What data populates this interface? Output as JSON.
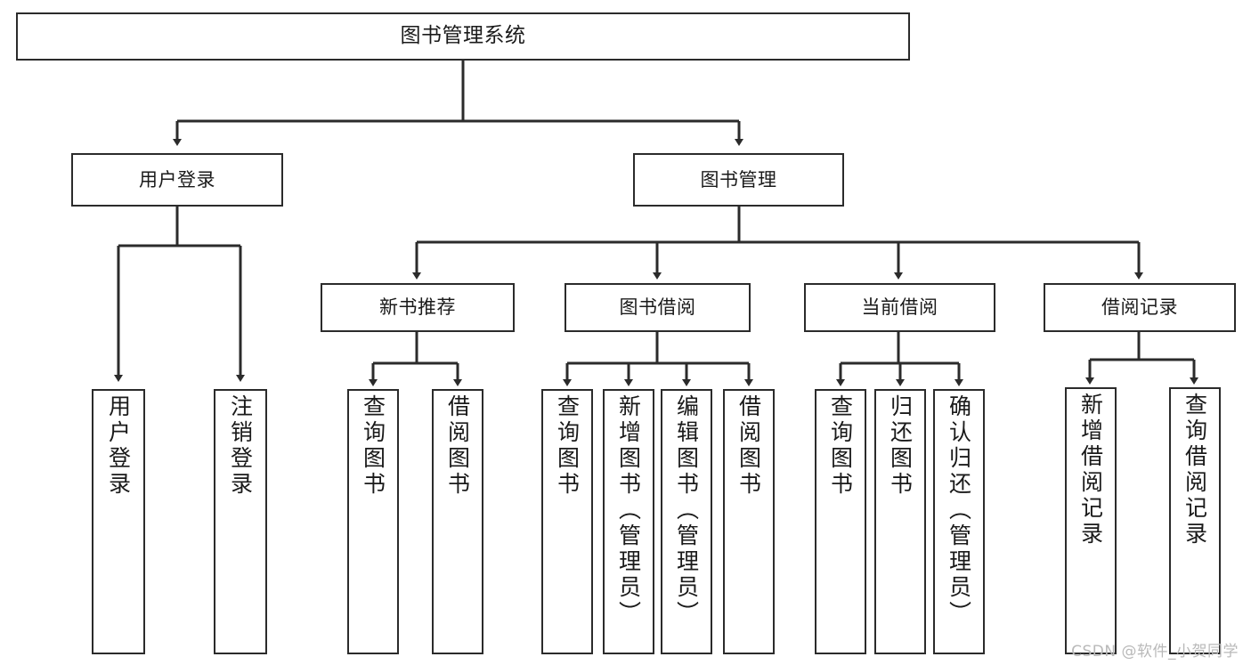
{
  "diagram": {
    "type": "tree-hierarchy",
    "title": "图书管理系统",
    "orientation": "top-down",
    "line_color": "#2b2b2b",
    "box_fill": "#ffffff",
    "text_color": "#1a1a1a",
    "levels": 4,
    "nodes": {
      "root": {
        "label": "图书管理系统",
        "level": 1
      },
      "user_login": {
        "label": "用户登录",
        "level": 2
      },
      "book_mgmt": {
        "label": "图书管理",
        "level": 2
      },
      "new_book_rec": {
        "label": "新书推荐",
        "level": 3
      },
      "book_borrow": {
        "label": "图书借阅",
        "level": 3
      },
      "current_borrow": {
        "label": "当前借阅",
        "level": 3
      },
      "borrow_record": {
        "label": "借阅记录",
        "level": 3
      },
      "leaf_user_login": {
        "label": "用户登录",
        "level": 4
      },
      "leaf_logout": {
        "label": "注销登录",
        "level": 4
      },
      "leaf_query_book_1": {
        "label": "查询图书",
        "level": 4
      },
      "leaf_borrow_book_1": {
        "label": "借阅图书",
        "level": 4
      },
      "leaf_query_book_2": {
        "label": "查询图书",
        "level": 4
      },
      "leaf_add_book": {
        "label": "新增图书（管理员）",
        "level": 4
      },
      "leaf_edit_book": {
        "label": "编辑图书（管理员）",
        "level": 4
      },
      "leaf_borrow_book_2": {
        "label": "借阅图书",
        "level": 4
      },
      "leaf_query_book_3": {
        "label": "查询图书",
        "level": 4
      },
      "leaf_return_book": {
        "label": "归还图书",
        "level": 4
      },
      "leaf_confirm_return": {
        "label": "确认归还（管理员）",
        "level": 4
      },
      "leaf_add_record": {
        "label": "新增借阅记录",
        "level": 4
      },
      "leaf_query_record": {
        "label": "查询借阅记录",
        "level": 4
      }
    }
  },
  "watermark": {
    "text": "CSDN @软件_小贺同学"
  }
}
